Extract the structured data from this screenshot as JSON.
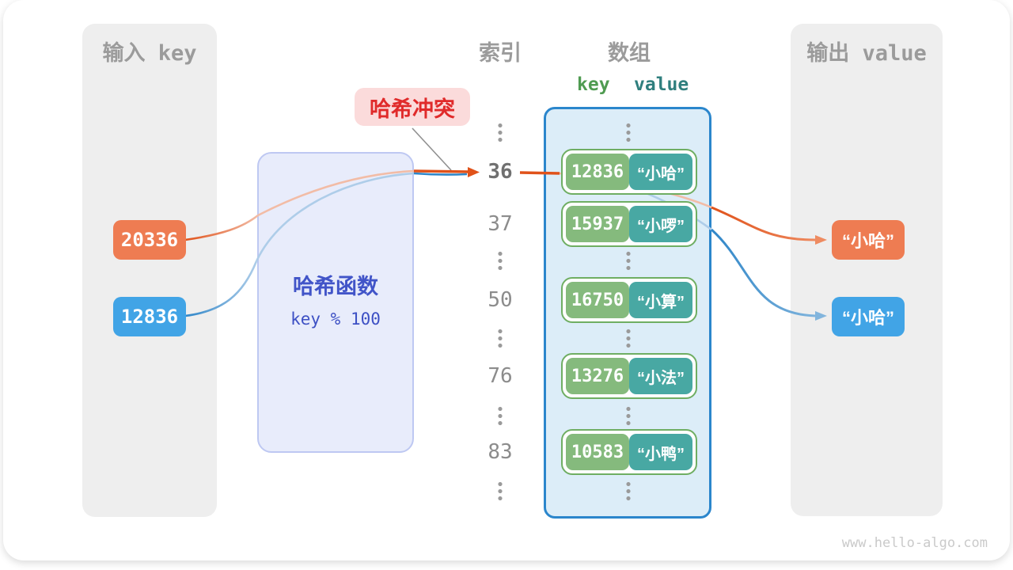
{
  "columns": {
    "input_header": "输入 key",
    "index_header": "索引",
    "array_header": "数组",
    "output_header": "输出 value",
    "key_label": "key",
    "value_label": "value"
  },
  "collision_label": "哈希冲突",
  "hash_function": {
    "name": "哈希函数",
    "formula": "key % 100"
  },
  "input_keys": {
    "first": "20336",
    "second": "12836"
  },
  "rows": [
    {
      "index": "36",
      "key": "12836",
      "value": "“小哈”"
    },
    {
      "index": "37",
      "key": "15937",
      "value": "“小啰”"
    },
    {
      "index": "50",
      "key": "16750",
      "value": "“小算”"
    },
    {
      "index": "76",
      "key": "13276",
      "value": "“小法”"
    },
    {
      "index": "83",
      "key": "10583",
      "value": "“小鸭”"
    }
  ],
  "output_values": {
    "first": "“小哈”",
    "second": "“小哈”"
  },
  "watermark": "www.hello-algo.com",
  "colors": {
    "orange_box": "#EE7C52",
    "blue_box": "#41A4E6",
    "orange_line": "#E0521A",
    "blue_line": "#2F86C8",
    "key_green": "#85BA7D",
    "value_teal": "#48A8A3",
    "collision_red": "#E02A2A",
    "hash_text": "#4154C8",
    "array_border": "#2B86CC"
  }
}
